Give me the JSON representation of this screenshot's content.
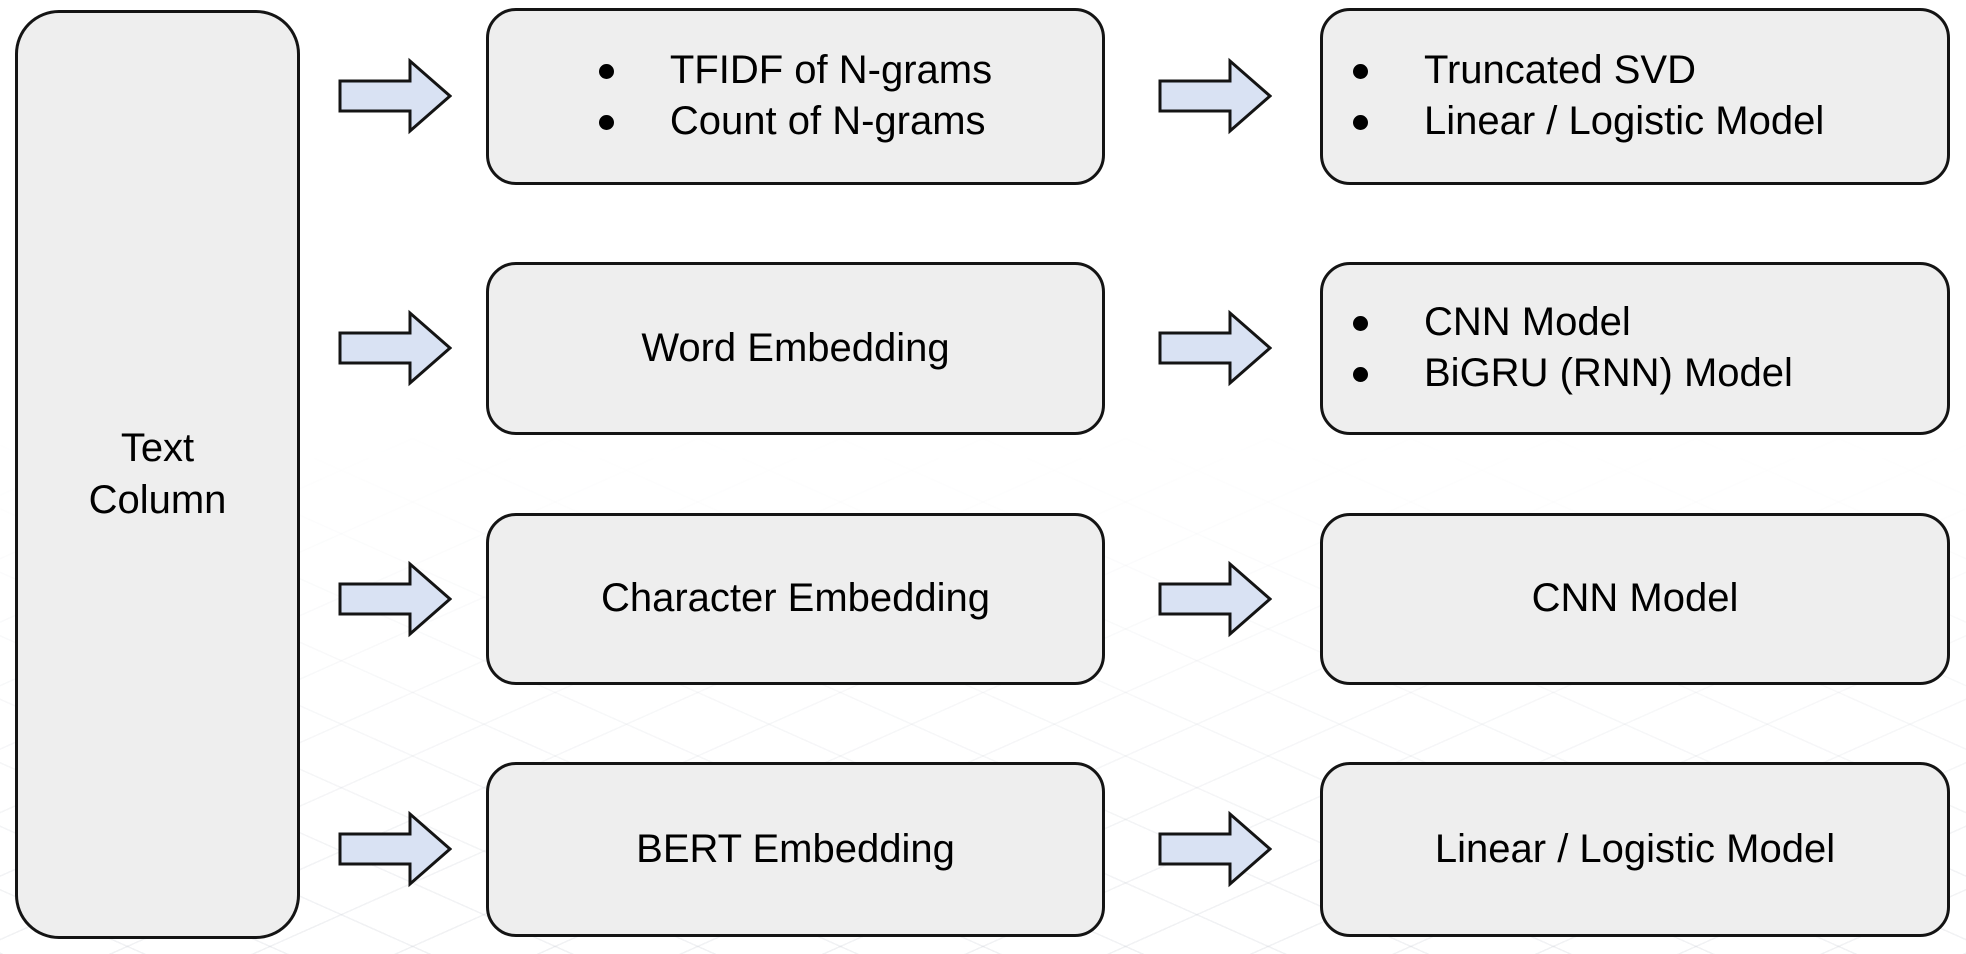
{
  "diagram": {
    "source_box": {
      "label": "Text\nColumn"
    },
    "rows": [
      {
        "feature": {
          "bulleted": true,
          "items": [
            "TFIDF of N-grams",
            "Count of N-grams"
          ]
        },
        "model": {
          "bulleted": true,
          "items": [
            "Truncated SVD",
            "Linear / Logistic Model"
          ]
        }
      },
      {
        "feature": {
          "bulleted": false,
          "items": [
            "Word Embedding"
          ]
        },
        "model": {
          "bulleted": true,
          "items": [
            "CNN Model",
            "BiGRU (RNN) Model"
          ]
        }
      },
      {
        "feature": {
          "bulleted": false,
          "items": [
            "Character Embedding"
          ]
        },
        "model": {
          "bulleted": false,
          "items": [
            "CNN Model"
          ]
        }
      },
      {
        "feature": {
          "bulleted": false,
          "items": [
            "BERT Embedding"
          ]
        },
        "model": {
          "bulleted": false,
          "items": [
            "Linear / Logistic Model"
          ]
        }
      }
    ],
    "icons": {
      "flow_arrow": "right-block-arrow",
      "bullet": "filled-circle"
    },
    "colors": {
      "background": "#ffffff",
      "box_fill": "#eeeeee",
      "box_border": "#141414",
      "arrow_fill": "#d9e2f3",
      "arrow_border": "#141414",
      "text": "#000000"
    }
  }
}
